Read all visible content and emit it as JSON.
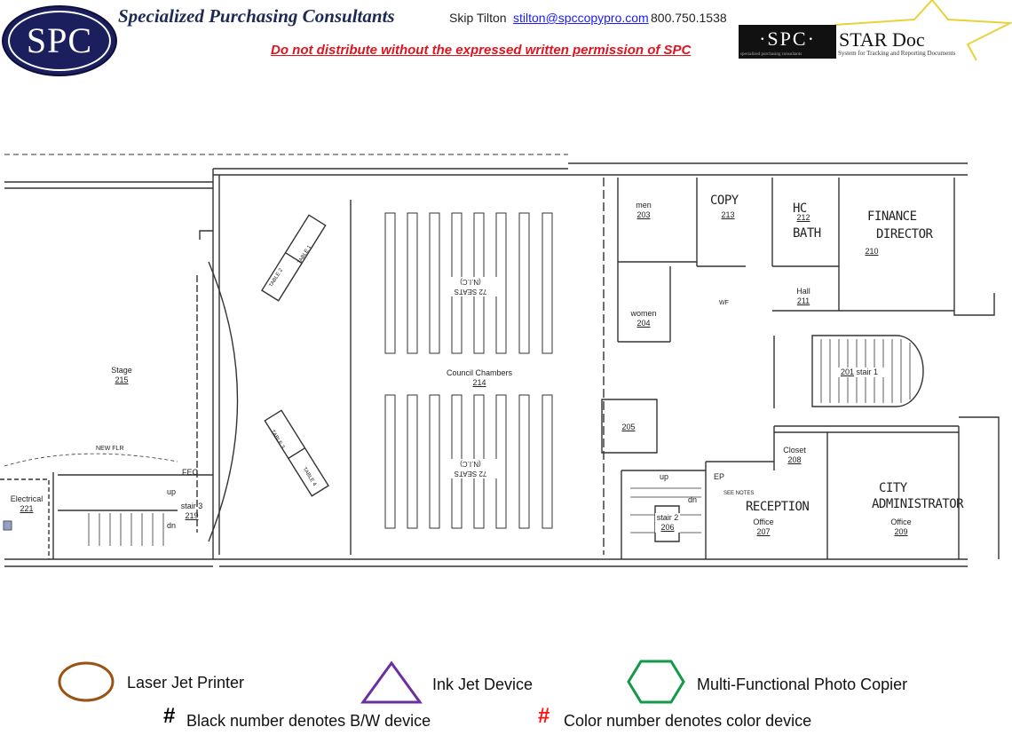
{
  "header": {
    "logo_text": "SPC",
    "company": "Specialized Purchasing Consultants",
    "contact_name": "Skip Tilton",
    "email": "stilton@spccopypro.com",
    "phone": "800.750.1538",
    "warning": "Do not distribute without the expressed written permission of SPC",
    "star_logo": {
      "spc": "·SPC·",
      "title": "STAR Doc",
      "spc_sub": "specialized purchasing consultants",
      "tagline": "System for Tracking and Reporting Documents"
    }
  },
  "floorplan": {
    "rooms": [
      {
        "name": "Stage",
        "number": "215"
      },
      {
        "name": "Council Chambers",
        "number": "214"
      },
      {
        "name": "Electrical",
        "number": "221"
      },
      {
        "name": "stair 3",
        "number": "219"
      },
      {
        "name": "men",
        "number": "203"
      },
      {
        "name": "women",
        "number": "204"
      },
      {
        "name": "Hall",
        "number": "211"
      },
      {
        "name": "stair 1",
        "number": "201"
      },
      {
        "name": "",
        "number": "205"
      },
      {
        "name": "stair 2",
        "number": "206"
      },
      {
        "name": "Closet",
        "number": "208"
      },
      {
        "name": "Office",
        "number": "207"
      },
      {
        "name": "Office",
        "number": "209"
      },
      {
        "name": "",
        "number": "213"
      },
      {
        "name": "",
        "number": "212"
      },
      {
        "name": "",
        "number": "210"
      }
    ],
    "handwritten": {
      "copy": "COPY",
      "hc": "HC",
      "bath": "BATH",
      "finance": "FINANCE",
      "director": "DIRECTOR",
      "reception": "RECEPTION",
      "city": "CITY",
      "administrator": "ADMINISTRATOR"
    },
    "notes": {
      "seats_top": "72 SEATS (N.I.C)",
      "seats_bottom": "72 SEATS (N.I.C)",
      "new_flr": "NEW FLR",
      "fec": "FEC",
      "up": "up",
      "dn": "dn",
      "up2": "up",
      "dn2": "dn",
      "ep": "EP",
      "see_notes": "SEE NOTES",
      "wf": "WF",
      "tables": [
        "TABLE 1",
        "TABLE 2",
        "TABLE 3",
        "TABLE 4"
      ]
    }
  },
  "legend": {
    "laser": {
      "label": "Laser Jet Printer",
      "color": "#9a5412"
    },
    "inkjet": {
      "label": "Ink Jet Device",
      "color": "#6a2fa0"
    },
    "mfp": {
      "label": "Multi-Functional Photo Copier",
      "color": "#129a4a"
    },
    "bw_symbol": "#",
    "bw_text": "Black number denotes B/W device",
    "color_symbol": "#",
    "color_symbol_color": "#ff1010",
    "color_text": "Color number denotes color device"
  }
}
